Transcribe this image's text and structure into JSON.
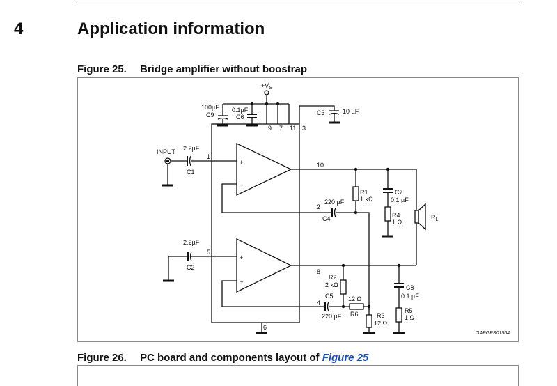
{
  "section": {
    "number": "4",
    "title": "Application information"
  },
  "figure25": {
    "number": "Figure 25.",
    "title": "Bridge amplifier without boostrap",
    "labels": {
      "vs": "+V",
      "vs_sub": "S",
      "c9_val": "100µF",
      "c9": "C9",
      "c6_val": "0.1µF",
      "c6": "C6",
      "c3": "C3",
      "c3_val": "10 µF",
      "input": "INPUT",
      "c1_val": "2.2µF",
      "c1": "C1",
      "c2_val": "2.2µF",
      "c2": "C2",
      "pin1": "1",
      "pin2": "2",
      "pin3": "3",
      "pin4": "4",
      "pin5": "5",
      "pin6": "6",
      "pin7": "7",
      "pin8": "8",
      "pin9": "9",
      "pin10": "10",
      "pin11": "11",
      "plus": "+",
      "minus": "–",
      "r1": "R1",
      "r1_val": "1 kΩ",
      "c7": "C7",
      "c7_val": "0.1 µF",
      "r4": "R4",
      "r4_val": "1 Ω",
      "rl": "R",
      "rl_sub": "L",
      "c4_val": "220 µF",
      "c4": "C4",
      "r2": "R2",
      "r2_val": "2 kΩ",
      "c8": "C8",
      "c8_val": "0.1 µF",
      "c5": "C5",
      "c5_val": "220 µF",
      "r6_val": "12 Ω",
      "r6": "R6",
      "r3": "R3",
      "r3_val": "12 Ω",
      "r5": "R5",
      "r5_val": "1 Ω",
      "code": "GAPGPS01564"
    }
  },
  "figure26": {
    "number": "Figure 26.",
    "title": "PC board and components layout of",
    "ref": "Figure 25"
  }
}
